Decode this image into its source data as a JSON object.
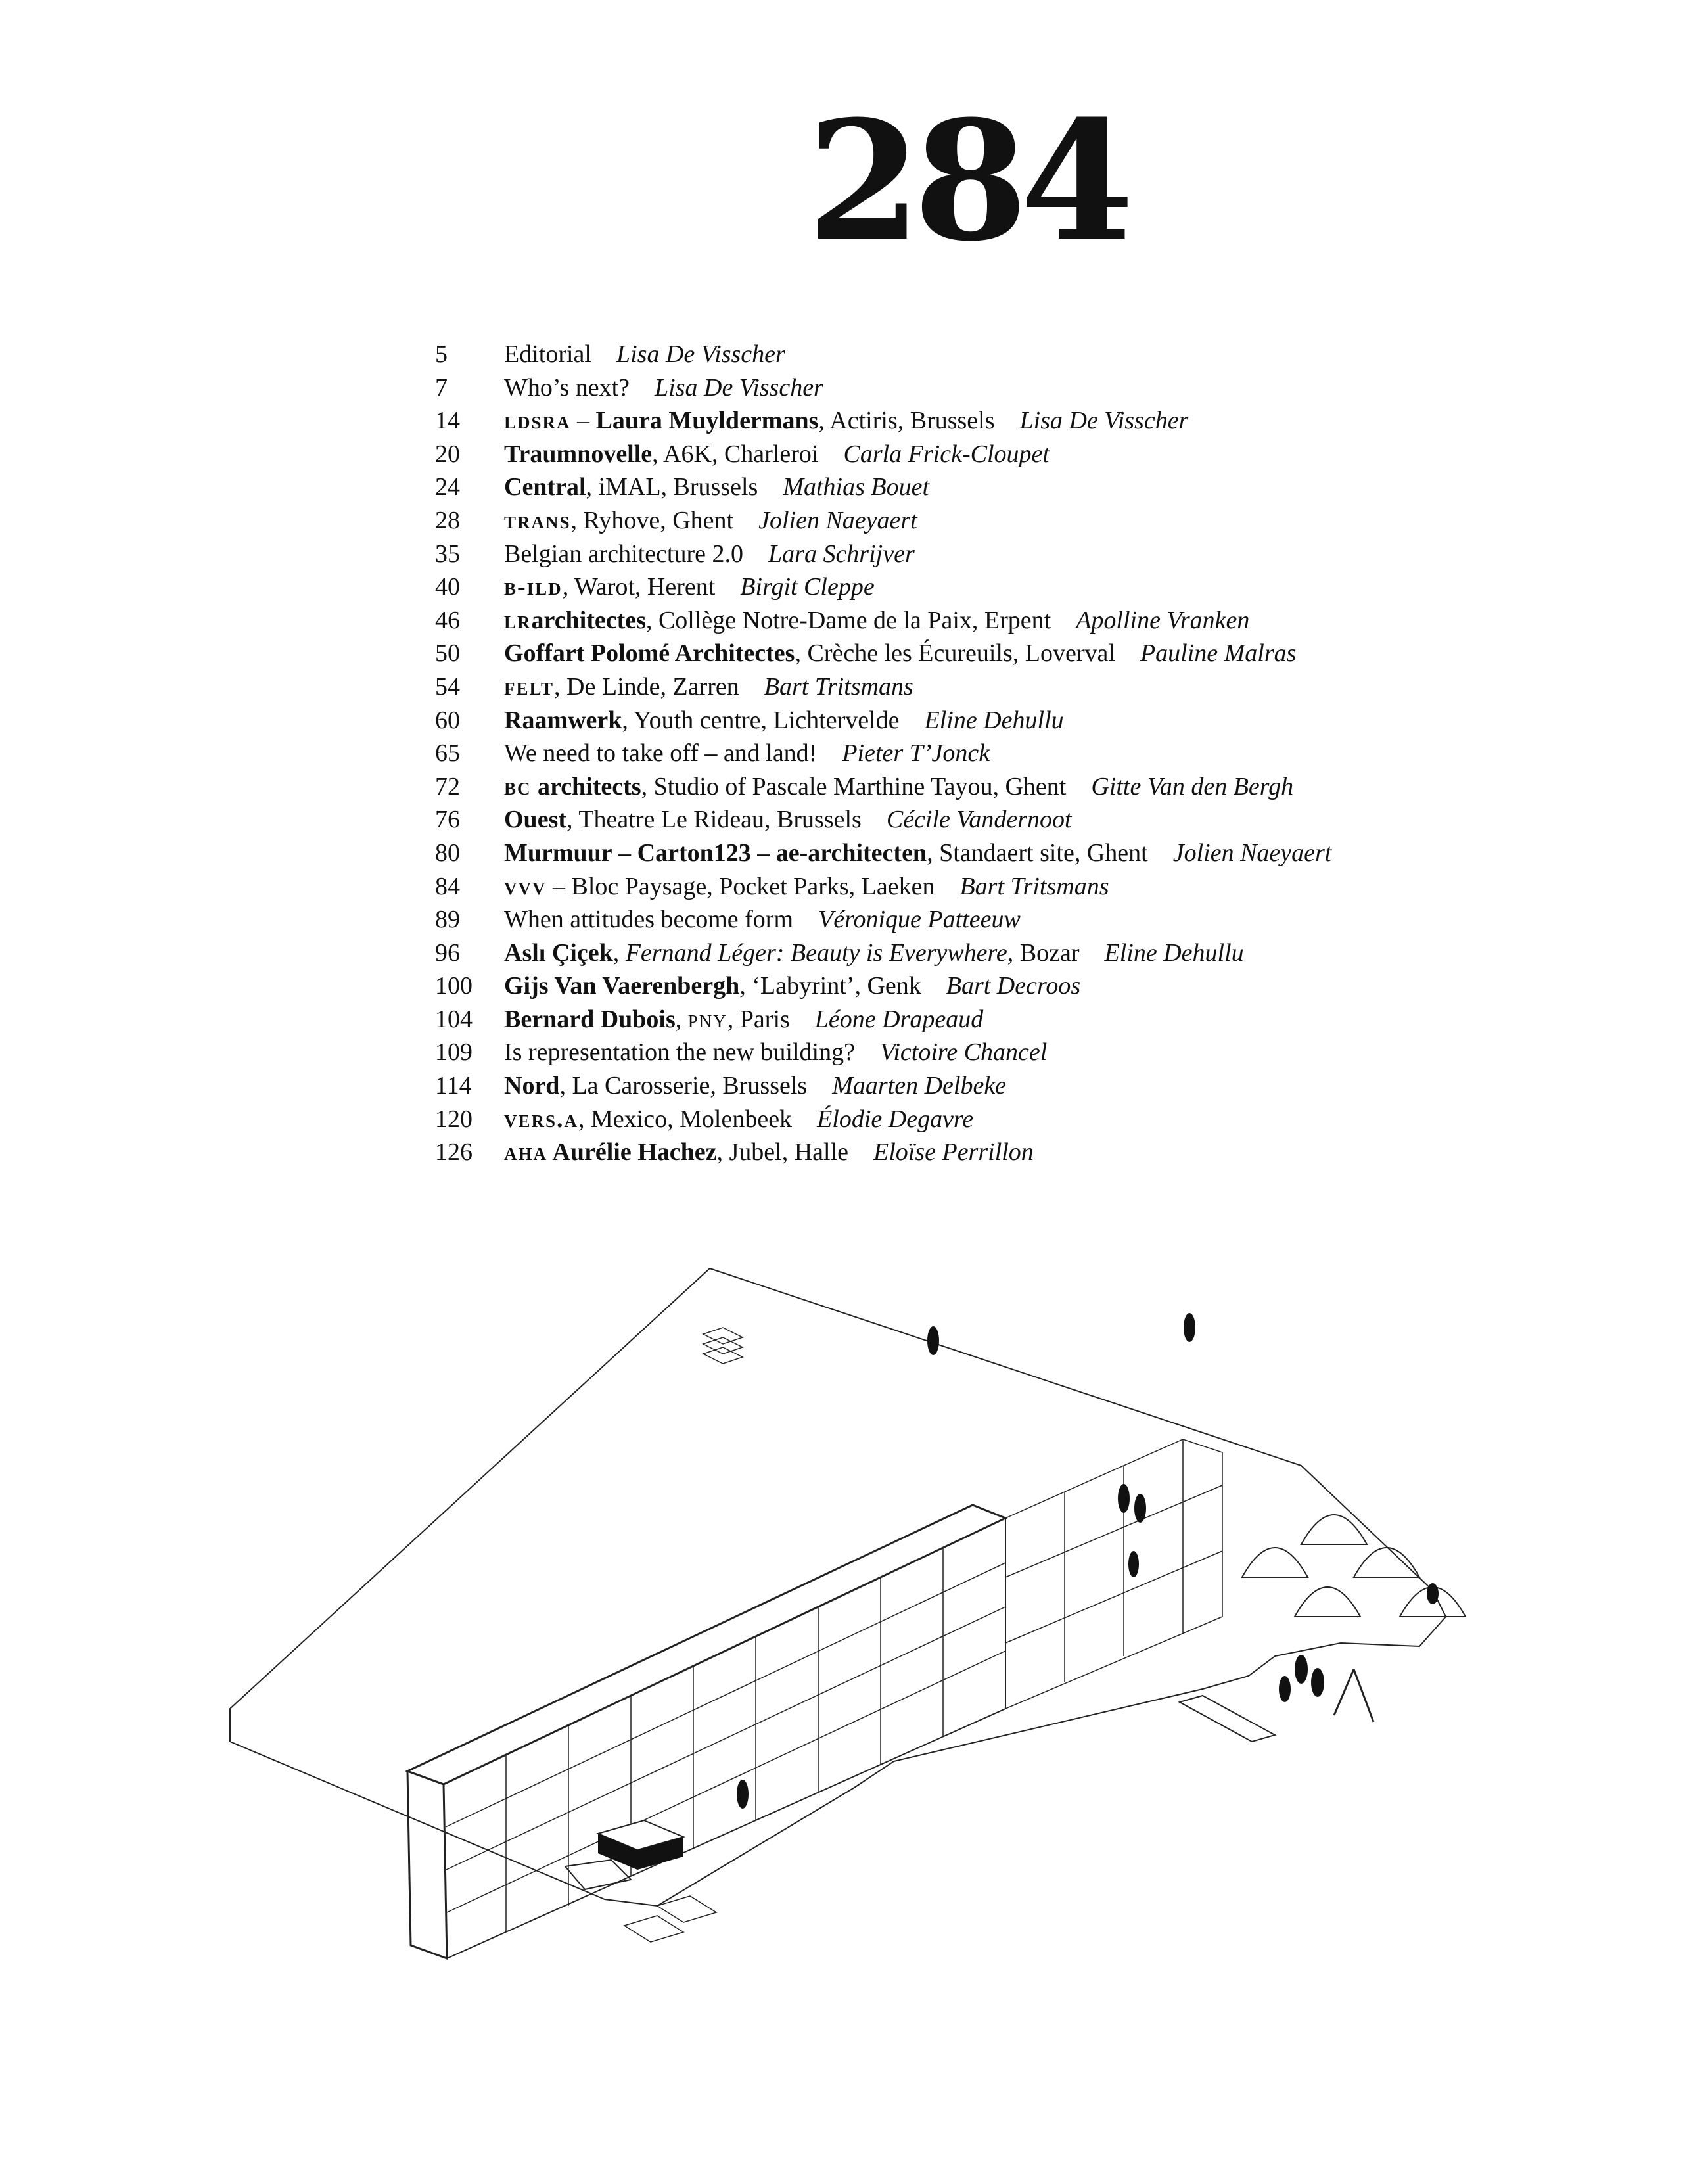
{
  "issue_number": "284",
  "toc": [
    {
      "page": "5",
      "parts": [
        {
          "t": "Editorial"
        }
      ],
      "author": "Lisa De Visscher"
    },
    {
      "page": "7",
      "parts": [
        {
          "t": "Who’s next?"
        }
      ],
      "author": "Lisa De Visscher"
    },
    {
      "page": "14",
      "parts": [
        {
          "t": "ldsra",
          "s": "bsc"
        },
        {
          "t": " – "
        },
        {
          "t": "Laura Muyldermans",
          "s": "b"
        },
        {
          "t": ", Actiris, Brussels"
        }
      ],
      "author": "Lisa De Visscher"
    },
    {
      "page": "20",
      "parts": [
        {
          "t": "Traumnovelle",
          "s": "b"
        },
        {
          "t": ", A6K, Charleroi"
        }
      ],
      "author": "Carla Frick-Cloupet"
    },
    {
      "page": "24",
      "parts": [
        {
          "t": "Central",
          "s": "b"
        },
        {
          "t": ", iMAL, Brussels"
        }
      ],
      "author": "Mathias Bouet"
    },
    {
      "page": "28",
      "parts": [
        {
          "t": "trans",
          "s": "bsc"
        },
        {
          "t": ", Ryhove, Ghent"
        }
      ],
      "author": "Jolien Naeyaert"
    },
    {
      "page": "35",
      "parts": [
        {
          "t": "Belgian architecture 2.0"
        }
      ],
      "author": "Lara Schrijver"
    },
    {
      "page": "40",
      "parts": [
        {
          "t": "b-ild",
          "s": "bsc"
        },
        {
          "t": ", Warot, Herent"
        }
      ],
      "author": "Birgit Cleppe"
    },
    {
      "page": "46",
      "parts": [
        {
          "t": "lr",
          "s": "bsc"
        },
        {
          "t": "architectes",
          "s": "b"
        },
        {
          "t": ", Collège Notre-Dame de la Paix, Erpent"
        }
      ],
      "author": "Apolline Vranken"
    },
    {
      "page": "50",
      "parts": [
        {
          "t": "Goffart Polomé Architectes",
          "s": "b"
        },
        {
          "t": ", Crèche les Écureuils, Loverval"
        }
      ],
      "author": "Pauline Malras"
    },
    {
      "page": "54",
      "parts": [
        {
          "t": "felt",
          "s": "bsc"
        },
        {
          "t": ", De Linde, Zarren"
        }
      ],
      "author": "Bart Tritsmans"
    },
    {
      "page": "60",
      "parts": [
        {
          "t": "Raamwerk",
          "s": "b"
        },
        {
          "t": ", Youth centre, Lichtervelde"
        }
      ],
      "author": "Eline Dehullu"
    },
    {
      "page": "65",
      "parts": [
        {
          "t": "We need to take off – and land!"
        }
      ],
      "author": "Pieter T’Jonck"
    },
    {
      "page": "72",
      "parts": [
        {
          "t": "bc",
          "s": "bsc"
        },
        {
          "t": " architects",
          "s": "b"
        },
        {
          "t": ", Studio of Pascale Marthine Tayou, Ghent"
        }
      ],
      "author": "Gitte Van den Bergh"
    },
    {
      "page": "76",
      "parts": [
        {
          "t": "Ouest",
          "s": "b"
        },
        {
          "t": ", Theatre Le Rideau, Brussels"
        }
      ],
      "author": "Cécile Vandernoot"
    },
    {
      "page": "80",
      "parts": [
        {
          "t": "Murmuur",
          "s": "b"
        },
        {
          "t": " – "
        },
        {
          "t": "Carton123",
          "s": "b"
        },
        {
          "t": " – "
        },
        {
          "t": "ae-architecten",
          "s": "b"
        },
        {
          "t": ", Standaert site, Ghent"
        }
      ],
      "author": "Jolien Naeyaert"
    },
    {
      "page": "84",
      "parts": [
        {
          "t": "vvv",
          "s": "bsc"
        },
        {
          "t": " – Bloc Paysage, Pocket Parks, Laeken"
        }
      ],
      "author": "Bart Tritsmans"
    },
    {
      "page": "89",
      "parts": [
        {
          "t": "When attitudes become form"
        }
      ],
      "author": "Véronique Patteeuw"
    },
    {
      "page": "96",
      "parts": [
        {
          "t": "Aslı Çiçek",
          "s": "b"
        },
        {
          "t": ", "
        },
        {
          "t": "Fernand Léger: Beauty is Everywhere",
          "s": "i"
        },
        {
          "t": ", Bozar"
        }
      ],
      "author": "Eline Dehullu"
    },
    {
      "page": "100",
      "parts": [
        {
          "t": "Gijs Van Vaerenbergh",
          "s": "b"
        },
        {
          "t": ", ‘Labyrint’, Genk"
        }
      ],
      "author": "Bart Decroos"
    },
    {
      "page": "104",
      "parts": [
        {
          "t": "Bernard Dubois",
          "s": "b"
        },
        {
          "t": ", "
        },
        {
          "t": "pny",
          "s": "sc"
        },
        {
          "t": ", Paris"
        }
      ],
      "author": "Léone Drapeaud"
    },
    {
      "page": "109",
      "parts": [
        {
          "t": "Is representation the new building?"
        }
      ],
      "author": "Victoire Chancel"
    },
    {
      "page": "114",
      "parts": [
        {
          "t": "Nord",
          "s": "b"
        },
        {
          "t": ", La Carosserie, Brussels"
        }
      ],
      "author": "Maarten Delbeke"
    },
    {
      "page": "120",
      "parts": [
        {
          "t": "vers.a",
          "s": "bsc"
        },
        {
          "t": ", Mexico, Molenbeek"
        }
      ],
      "author": "Élodie Degavre"
    },
    {
      "page": "126",
      "parts": [
        {
          "t": "aha",
          "s": "bsc"
        },
        {
          "t": " Aurélie Hachez",
          "s": "b"
        },
        {
          "t": ", Jubel, Halle"
        }
      ],
      "author": "Eloïse Perrillon"
    }
  ]
}
